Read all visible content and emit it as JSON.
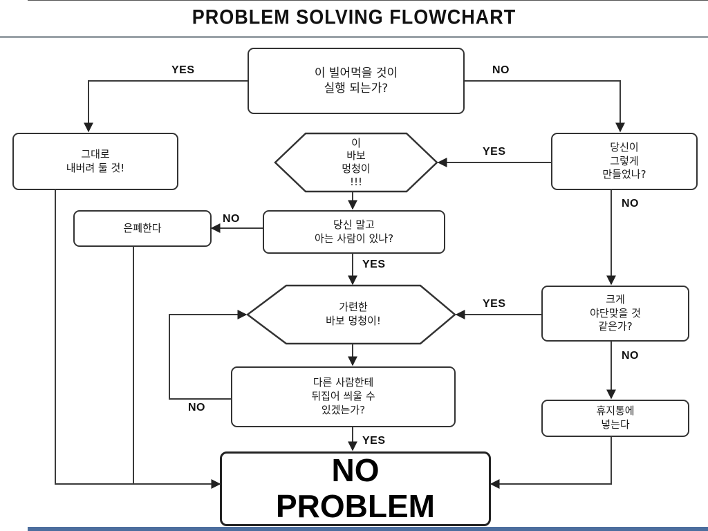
{
  "title": "PROBLEM SOLVING FLOWCHART",
  "nodes": {
    "start": "이 빌어먹을 것이\n실행 되는가?",
    "leave_it": "그대로\n내버려 둘 것!",
    "you_idiot": "이\n바보\n멍청이\n!!!",
    "did_you_do_it": "당신이\n그렇게\n만들었나?",
    "hide_it": "은폐한다",
    "anyone_know": "당신 말고\n아는 사람이 있나?",
    "poor_idiot": "가련한\n바보 멍청이!",
    "get_yelled_at": "크게\n야단맞을 것\n같은가?",
    "blame_others": "다른 사람한테\n뒤집어 씌울 수\n있겠는가?",
    "trash_it": "휴지통에\n넣는다",
    "no_problem": "NO\nPROBLEM"
  },
  "edge_labels": {
    "start_yes": "YES",
    "start_no": "NO",
    "did_yes": "YES",
    "did_no": "NO",
    "anyone_no": "NO",
    "anyone_yes": "YES",
    "yelled_yes": "YES",
    "yelled_no": "NO",
    "blame_no": "NO",
    "blame_yes": "YES"
  }
}
